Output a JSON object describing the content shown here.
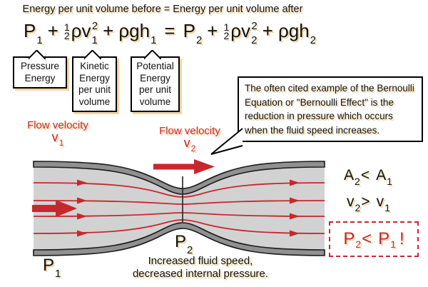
{
  "colors": {
    "accent_red": "#c8272d",
    "highlight_tan": "#f1d6a3",
    "tube_fill": "#d2d2d2",
    "tube_wall": "#909090",
    "outline_black": "#1a1a1a"
  },
  "title": "Energy per unit volume before = Energy per unit volume after",
  "equation": {
    "plus": "+",
    "equals": "=",
    "terms": {
      "P1": {
        "base": "P",
        "sub": "1"
      },
      "half1": {
        "num": "1",
        "den": "2"
      },
      "rhov1": {
        "base": "ρv",
        "sub": "1",
        "sup": "2"
      },
      "rhogh1": {
        "base": "ρgh",
        "sub": "1"
      },
      "P2": {
        "base": "P",
        "sub": "2"
      },
      "half2": {
        "num": "1",
        "den": "2"
      },
      "rhov2": {
        "base": "ρv",
        "sub": "2",
        "sup": "2"
      },
      "rhogh2": {
        "base": "ρgh",
        "sub": "2"
      }
    }
  },
  "term_boxes": [
    {
      "lines": [
        "Pressure",
        "Energy"
      ]
    },
    {
      "lines": [
        "Kinetic",
        "Energy",
        "per unit",
        "volume"
      ]
    },
    {
      "lines": [
        "Potential",
        "Energy",
        "per unit",
        "volume"
      ]
    }
  ],
  "callout": {
    "text": "The often cited example of the Bernoulli Equation or \"Bernoulli Effect\" is the reduction in pressure which occurs when the fluid speed increases."
  },
  "flow_labels": [
    {
      "text": "Flow velocity",
      "symbol": "v",
      "sub": "1"
    },
    {
      "text": "Flow velocity",
      "symbol": "v",
      "sub": "2"
    }
  ],
  "tube_labels": {
    "p1": {
      "base": "P",
      "sub": "1"
    },
    "p2": {
      "base": "P",
      "sub": "2"
    }
  },
  "comparisons": [
    {
      "lhs": "A",
      "lhs_sub": "2",
      "op": "<",
      "rhs": "A",
      "rhs_sub": "1",
      "suffix": ""
    },
    {
      "lhs": "v",
      "lhs_sub": "2",
      "op": ">",
      "rhs": "v",
      "rhs_sub": "1",
      "suffix": ""
    },
    {
      "lhs": "P",
      "lhs_sub": "2",
      "op": "<",
      "rhs": "P",
      "rhs_sub": "1",
      "suffix": "!"
    }
  ],
  "caption": {
    "line1": "Increased fluid speed,",
    "line2": "decreased internal pressure."
  }
}
